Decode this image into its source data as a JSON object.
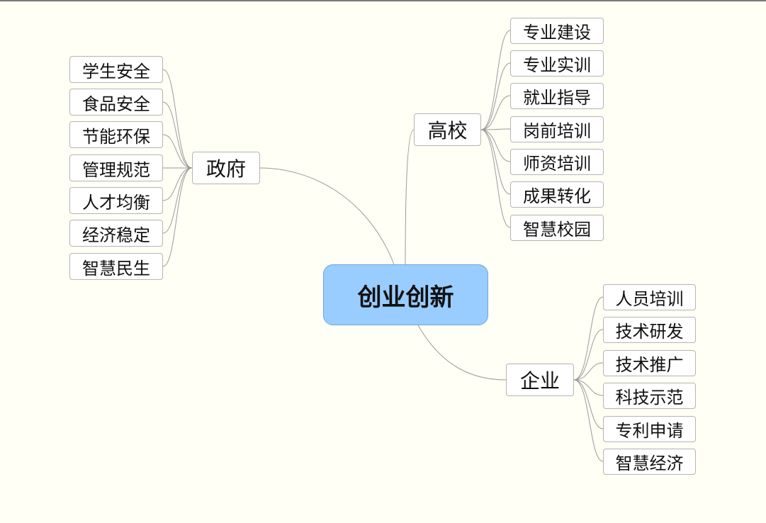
{
  "center": {
    "label": "创业创新"
  },
  "branches": [
    {
      "label": "政府",
      "children": [
        "学生安全",
        "食品安全",
        "节能环保",
        "管理规范",
        "人才均衡",
        "经济稳定",
        "智慧民生"
      ]
    },
    {
      "label": "高校",
      "children": [
        "专业建设",
        "专业实训",
        "就业指导",
        "岗前培训",
        "师资培训",
        "成果转化",
        "智慧校园"
      ]
    },
    {
      "label": "企业",
      "children": [
        "人员培训",
        "技术研发",
        "技术推广",
        "科技示范",
        "专利申请",
        "智慧经济"
      ]
    }
  ],
  "colors": {
    "background": "#fffff6",
    "center_fill": "#99ccff",
    "node_border": "#b4b4b4",
    "connector": "#9a9a9a"
  }
}
